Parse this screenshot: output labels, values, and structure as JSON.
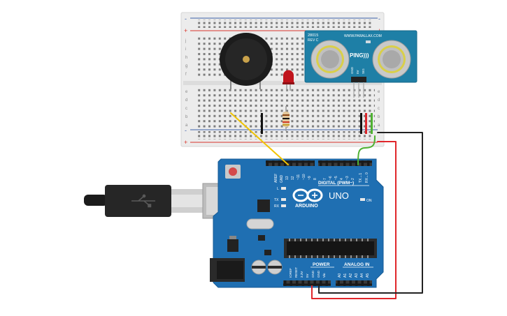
{
  "colors": {
    "board": "#1f6fb2",
    "board_edge": "#155a94",
    "breadboard": "#e9e9e9",
    "rail_red": "#d9342b",
    "rail_blue": "#3b5fa8",
    "sensor": "#1e7fa6",
    "wire_red": "#e0262b",
    "wire_black": "#222222",
    "wire_yellow": "#f1c400",
    "wire_green": "#4fb233",
    "led": "#c0141c",
    "buzzer": "#1c1c1c"
  },
  "breadboard": {
    "rows_top": [
      "j",
      "i",
      "h",
      "g",
      "f"
    ],
    "rows_bottom": [
      "e",
      "d",
      "c",
      "b",
      "a"
    ],
    "plus_sign": "+",
    "minus_sign": "-"
  },
  "sensor": {
    "model": "28015",
    "rev": "REV C",
    "url": "WWW.PARALLAX.COM",
    "name": "PING)))",
    "pins": [
      "GND",
      "5V",
      "SIG"
    ]
  },
  "arduino": {
    "brand": "ARDUINO",
    "model": "UNO",
    "digital_label": "DIGITAL (PWM~)",
    "power_label": "POWER",
    "analog_label": "ANALOG IN",
    "on_label": "ON",
    "led_labels": [
      "L",
      "TX",
      "RX"
    ],
    "top_header": [
      "AREF",
      "GND",
      "13",
      "12",
      "~11",
      "~10",
      "~9",
      "8",
      "7",
      "~6",
      "~5",
      "4",
      "~3",
      "2",
      "TX→1",
      "RX←0"
    ],
    "power_header": [
      "IOREF",
      "RESET",
      "3.3V",
      "5V",
      "GND",
      "GND",
      "Vin"
    ],
    "analog_header": [
      "A0",
      "A1",
      "A2",
      "A3",
      "A4",
      "A5"
    ]
  }
}
